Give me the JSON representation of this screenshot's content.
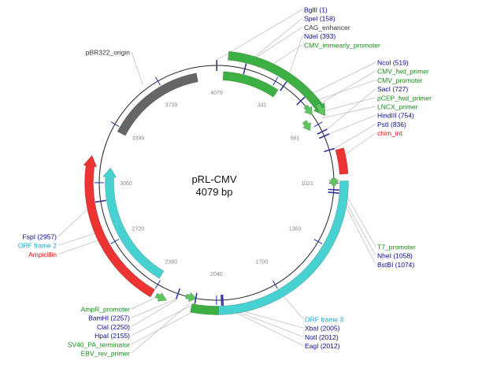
{
  "plasmid": {
    "name": "pRL-CMV",
    "size_label": "4079 bp"
  },
  "colors": {
    "promoter": "#3cb043",
    "origin": "#666666",
    "orf": "#48d1d1",
    "resistance": "#ee3333",
    "primer": "#5ec45e",
    "site_line": "#33339a",
    "site_text": "#0a0a8c",
    "feature_text": "#1a8a1a",
    "orf_text": "#1f9fcf",
    "resistance_text": "#dd1111",
    "origin_text": "#333333",
    "ruler": "#888888",
    "leader": "#b8b8b8"
  },
  "ruler_ticks": [
    {
      "label": "341",
      "pos": 341
    },
    {
      "label": "681",
      "pos": 681
    },
    {
      "label": "1021",
      "pos": 1021
    },
    {
      "label": "1360",
      "pos": 1360
    },
    {
      "label": "1700",
      "pos": 1700
    },
    {
      "label": "2040",
      "pos": 2040
    },
    {
      "label": "2380",
      "pos": 2380
    },
    {
      "label": "2720",
      "pos": 2720
    },
    {
      "label": "3060",
      "pos": 3060
    },
    {
      "label": "3399",
      "pos": 3399
    },
    {
      "label": "3739",
      "pos": 3739
    },
    {
      "label": "4079",
      "pos": 4079
    }
  ],
  "features": [
    {
      "name": "CAG_enhancer",
      "kind": "promoter",
      "start": 40,
      "end": 380,
      "track": 1,
      "arrow": "none"
    },
    {
      "name": "CMV_immearly_promoter",
      "kind": "promoter",
      "start": 60,
      "end": 660,
      "track": 2,
      "arrow": "cw"
    },
    {
      "name": "pBR322_origin",
      "kind": "origin",
      "start": 3370,
      "end": 3960,
      "track": 1,
      "arrow": "none"
    },
    {
      "name": "Ampicillin",
      "kind": "resistance",
      "start": 2380,
      "end": 3200,
      "track": 2,
      "arrow": "cw"
    },
    {
      "name": "ORF frame 2",
      "kind": "orf",
      "start": 2390,
      "end": 3150,
      "track": 1,
      "arrow": "cw"
    },
    {
      "name": "ORF frame 3",
      "kind": "orf",
      "start": 1010,
      "end": 2050,
      "track": 2,
      "arrow": "none"
    },
    {
      "name": "chim_int",
      "kind": "resistance",
      "start": 845,
      "end": 975,
      "track": 2,
      "arrow": "none"
    },
    {
      "name": "SV40_PA_terminator",
      "kind": "promoter",
      "start": 2030,
      "end": 2170,
      "track": 2,
      "arrow": "none"
    },
    {
      "name": "pCEP_fwd_primer",
      "kind": "primer",
      "start": 590,
      "end": 660,
      "track": 2,
      "arrow": "cw"
    },
    {
      "name": "LNCX_primer",
      "kind": "primer",
      "start": 625,
      "end": 690,
      "track": 1,
      "arrow": "cw"
    },
    {
      "name": "CMV_fwd_primer",
      "kind": "primer",
      "start": 560,
      "end": 620,
      "track": 0,
      "arrow": "cw"
    },
    {
      "name": "T7_promoter",
      "kind": "primer",
      "start": 995,
      "end": 1045,
      "track": 0,
      "arrow": "cw"
    },
    {
      "name": "AmpR_promoter",
      "kind": "primer",
      "start": 2300,
      "end": 2360,
      "track": 2,
      "arrow": "ccw"
    },
    {
      "name": "EBV_rev_primer",
      "kind": "primer",
      "start": 2150,
      "end": 2210,
      "track": 0,
      "arrow": "ccw"
    }
  ],
  "site_ticks": [
    {
      "pos": 1
    },
    {
      "pos": 158
    },
    {
      "pos": 393
    },
    {
      "pos": 519
    },
    {
      "pos": 727
    },
    {
      "pos": 754
    },
    {
      "pos": 836
    },
    {
      "pos": 1058
    },
    {
      "pos": 1074
    },
    {
      "pos": 2005
    },
    {
      "pos": 2012
    },
    {
      "pos": 2155
    },
    {
      "pos": 2257
    },
    {
      "pos": 2957
    }
  ],
  "labels_right_top": [
    {
      "text": "BglII (1)",
      "kind": "site",
      "pos": 1
    },
    {
      "text": "SpeI (158)",
      "kind": "site",
      "pos": 158
    },
    {
      "text": "CAG_enhancer",
      "kind": "neutral",
      "pos": 160
    },
    {
      "text": "NdeI (393)",
      "kind": "site",
      "pos": 393
    },
    {
      "text": "CMV_immearly_promoter",
      "kind": "feature",
      "pos": 260
    }
  ],
  "labels_right_mid": [
    {
      "text": "NcoI (519)",
      "kind": "site",
      "pos": 519
    },
    {
      "text": "CMV_fwd_primer",
      "kind": "feature",
      "pos": 590
    },
    {
      "text": "CMV_promoter",
      "kind": "feature",
      "pos": 560
    },
    {
      "text": "SacI (727)",
      "kind": "site",
      "pos": 727
    },
    {
      "text": "pCEP_fwd_primer",
      "kind": "feature",
      "pos": 625
    },
    {
      "text": "LNCX_primer",
      "kind": "feature",
      "pos": 660
    },
    {
      "text": "HindIII (754)",
      "kind": "site",
      "pos": 754
    },
    {
      "text": "PstI (836)",
      "kind": "site",
      "pos": 836
    },
    {
      "text": "chim_int",
      "kind": "resistance",
      "pos": 900
    }
  ],
  "labels_right_low": [
    {
      "text": "T7_promoter",
      "kind": "feature",
      "pos": 1020
    },
    {
      "text": "NheI (1058)",
      "kind": "site",
      "pos": 1058
    },
    {
      "text": "BstBI (1074)",
      "kind": "site",
      "pos": 1074
    }
  ],
  "labels_bottom_right": [
    {
      "text": "ORF frame 3",
      "kind": "orf",
      "pos": 1700
    },
    {
      "text": "XbaI (2005)",
      "kind": "site",
      "pos": 2005
    },
    {
      "text": "NotI (2012)",
      "kind": "site",
      "pos": 2012
    },
    {
      "text": "EagI (2012)",
      "kind": "site",
      "pos": 2012
    }
  ],
  "labels_bottom_left": [
    {
      "text": "AmpR_promoter",
      "kind": "feature",
      "pos": 2330
    },
    {
      "text": "BamHI (2257)",
      "kind": "site",
      "pos": 2257
    },
    {
      "text": "ClaI (2250)",
      "kind": "site",
      "pos": 2250
    },
    {
      "text": "HpaI (2155)",
      "kind": "site",
      "pos": 2155
    },
    {
      "text": "SV40_PA_terminator",
      "kind": "feature",
      "pos": 2100
    },
    {
      "text": "EBV_rev_primer",
      "kind": "feature",
      "pos": 2180
    }
  ],
  "labels_left": [
    {
      "text": "FspI (2957)",
      "kind": "site",
      "pos": 2957
    },
    {
      "text": "ORF frame 2",
      "kind": "orf",
      "pos": 2800
    },
    {
      "text": "Ampicillin",
      "kind": "resistance",
      "pos": 2760
    }
  ],
  "labels_top_left": [
    {
      "text": "pBR322_origin",
      "kind": "origin",
      "pos": 3660
    }
  ]
}
